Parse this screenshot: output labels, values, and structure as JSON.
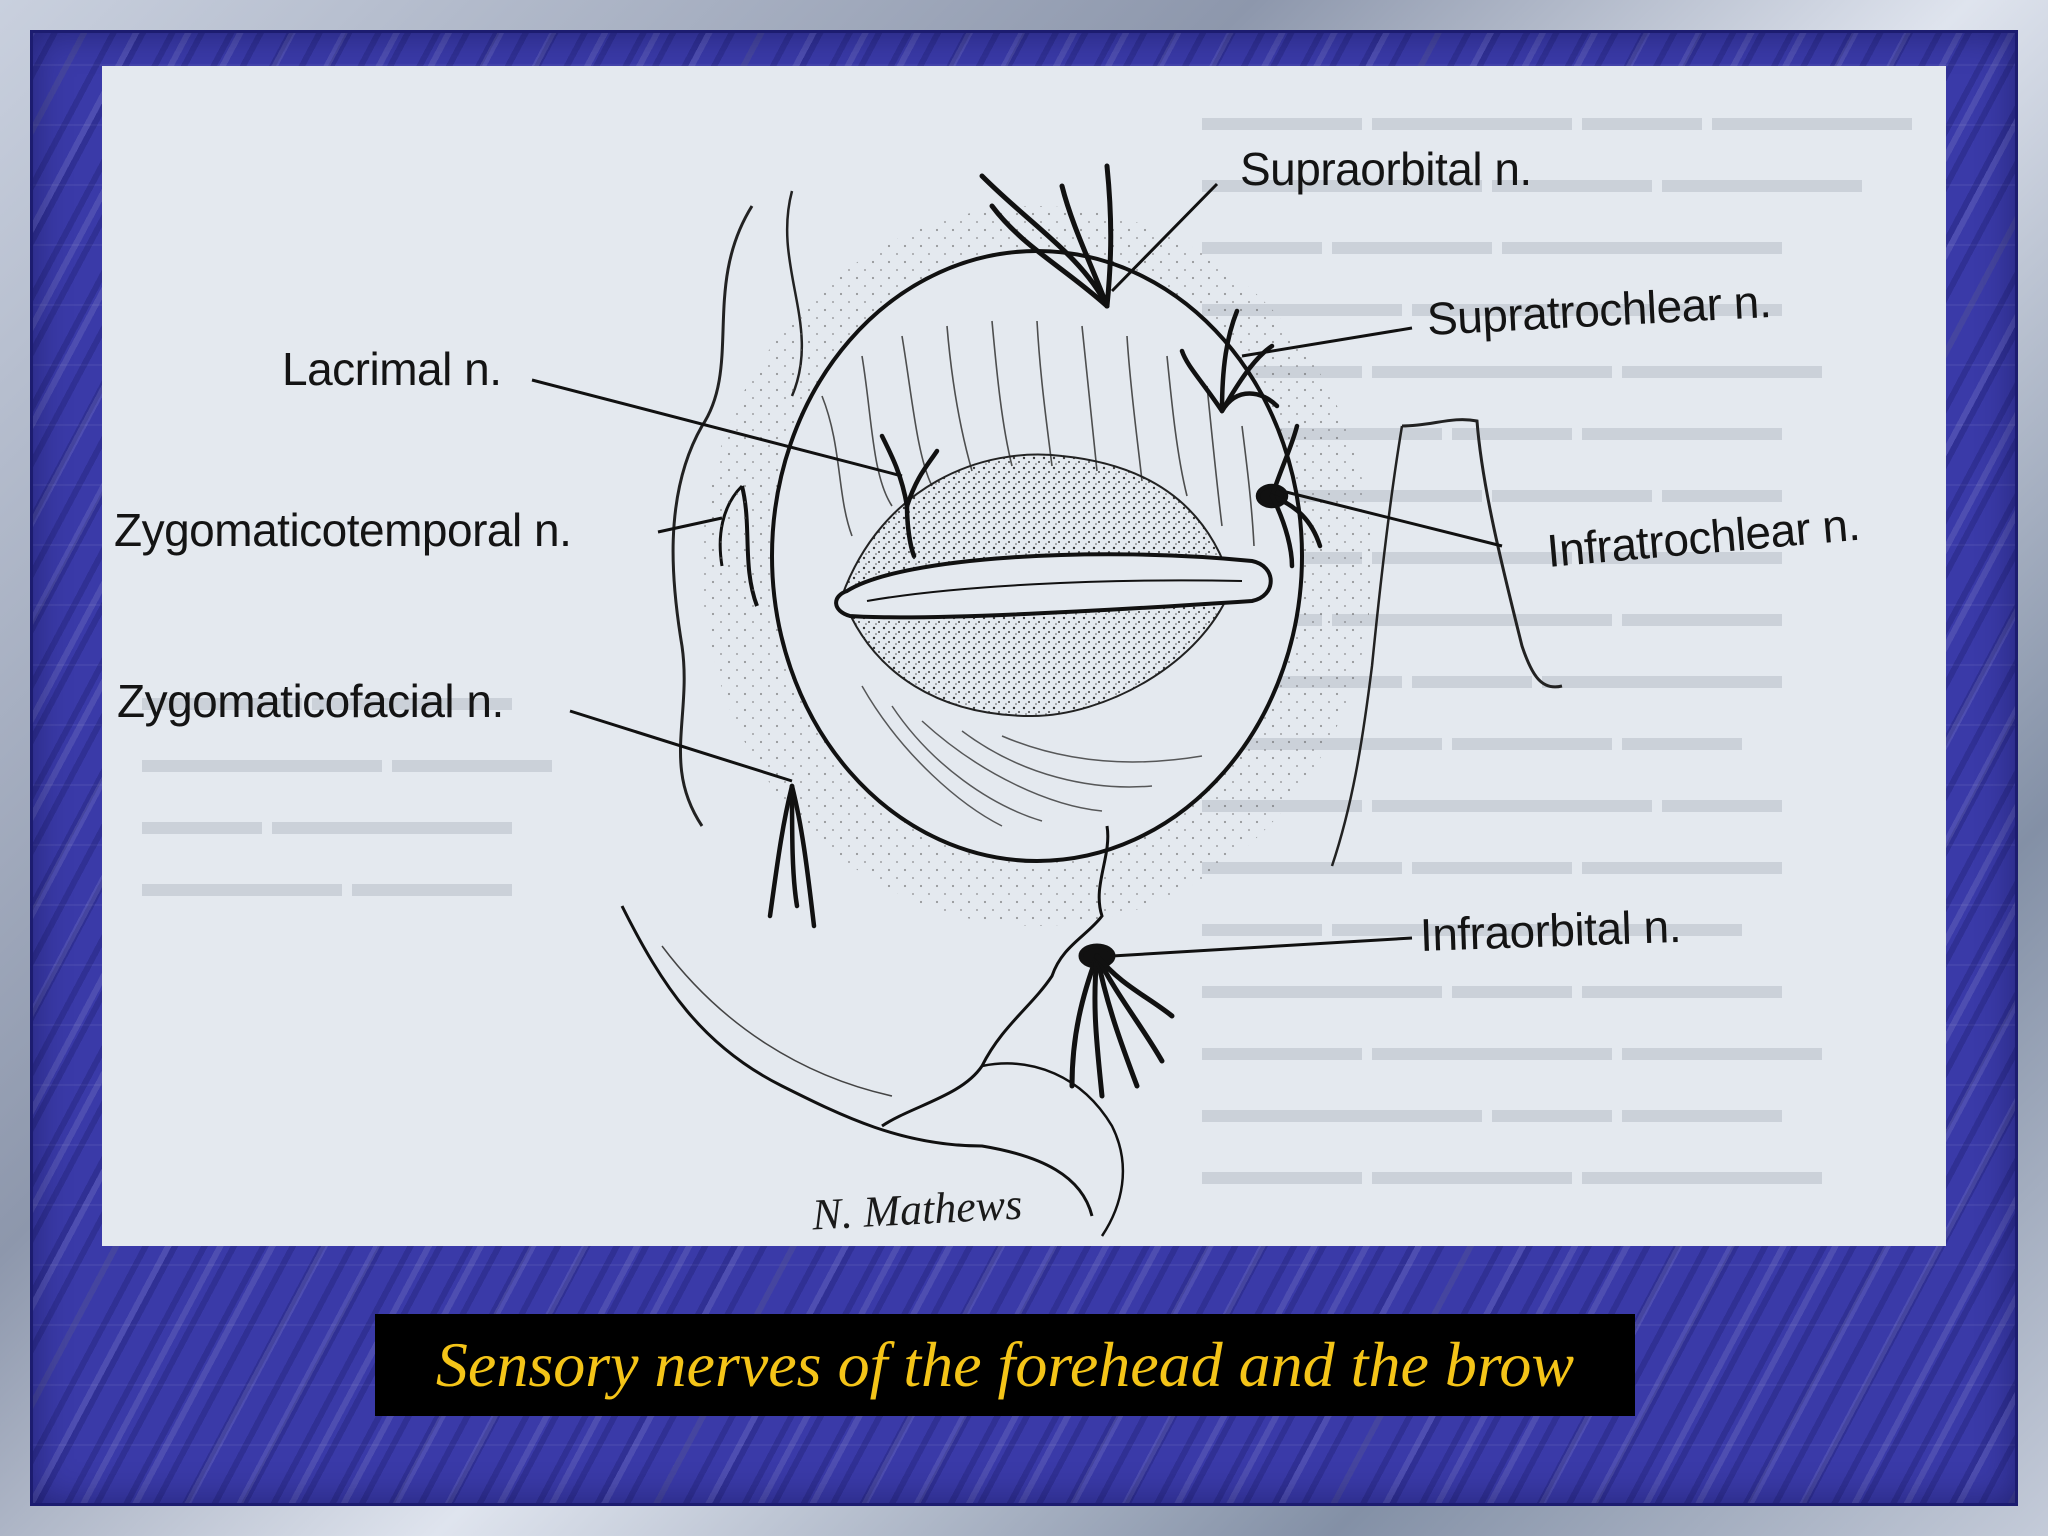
{
  "caption": "Sensory nerves of the forehead and the brow",
  "signature": "N. Mathews",
  "labels": {
    "supraorbital": "Supraorbital n.",
    "supratrochlear": "Supratrochlear n.",
    "lacrimal": "Lacrimal n.",
    "infratrochlear": "Infratrochlear n.",
    "zygomaticotemporal": "Zygomaticotemporal n.",
    "zygomaticofacial": "Zygomaticofacial n.",
    "infraorbital": "Infraorbital n."
  },
  "colors": {
    "slide_background": "#3a3aa8",
    "caption_text": "#f4c418",
    "caption_box": "#000000",
    "illustration_paper": "#e4e9ef"
  }
}
